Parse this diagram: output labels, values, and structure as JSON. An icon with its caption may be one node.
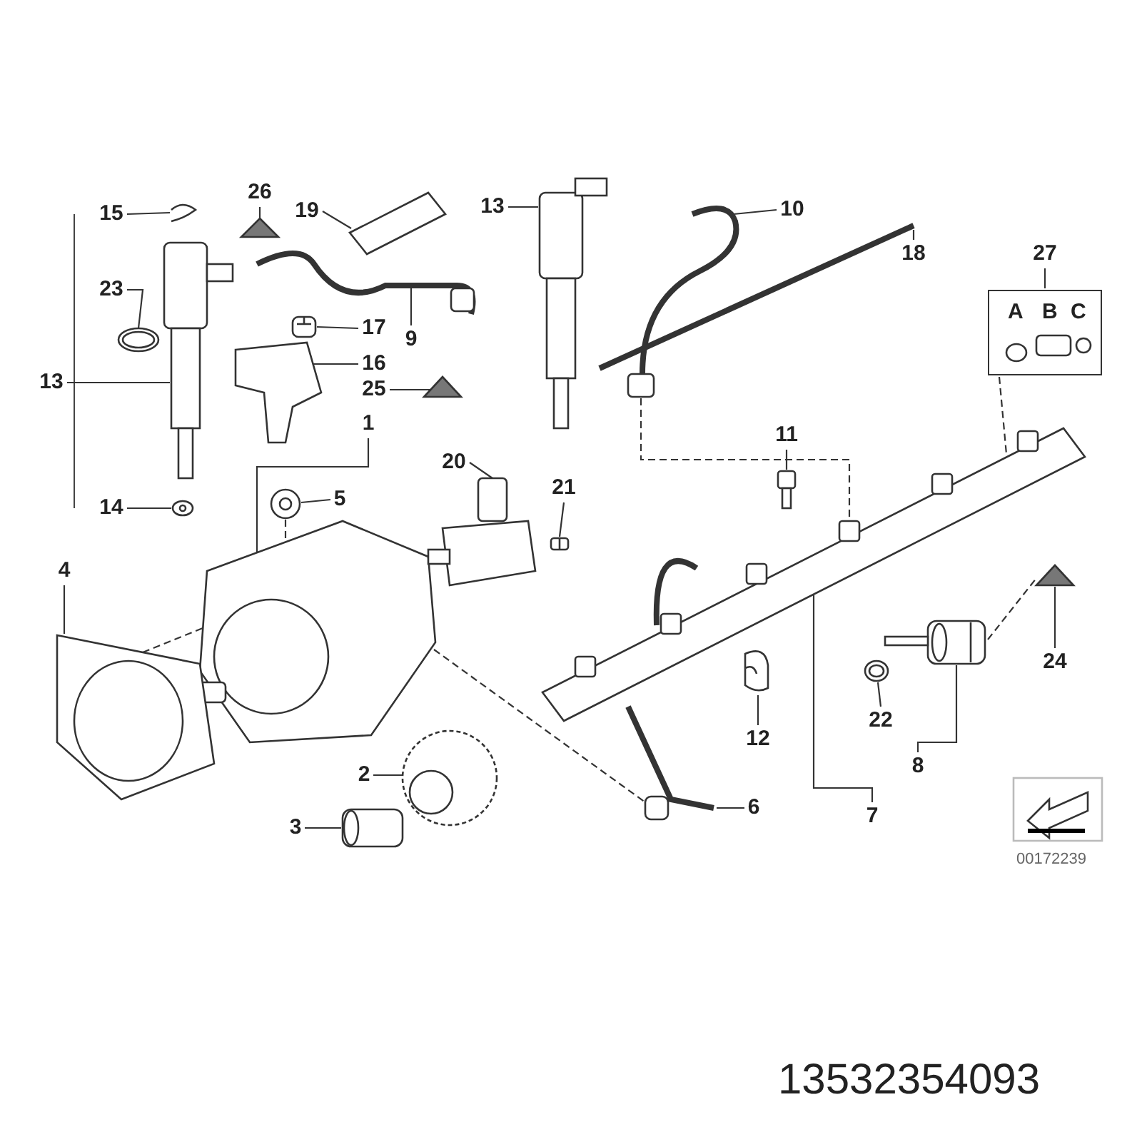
{
  "diagram": {
    "nodes": [
      {
        "text": [
          "15"
        ]
      },
      {
        "text": [
          "26"
        ]
      },
      {
        "text": [
          "19"
        ]
      },
      {
        "text": [
          "13"
        ]
      },
      {
        "text": [
          "10"
        ]
      },
      {
        "text": [
          "18"
        ]
      },
      {
        "text": [
          "23"
        ]
      },
      {
        "text": [
          "17"
        ]
      },
      {
        "text": [
          "9"
        ]
      },
      {
        "text": [
          "27"
        ]
      },
      {
        "text": [
          "13"
        ]
      },
      {
        "text": [
          "16"
        ]
      },
      {
        "text": [
          "25"
        ]
      },
      {
        "text": [
          "1"
        ]
      },
      {
        "text": [
          "11"
        ]
      },
      {
        "text": [
          "5"
        ]
      },
      {
        "text": [
          "20"
        ]
      },
      {
        "text": [
          "21"
        ]
      },
      {
        "text": [
          "14"
        ]
      },
      {
        "text": [
          "4"
        ]
      },
      {
        "text": [
          "24"
        ]
      },
      {
        "text": [
          "22"
        ]
      },
      {
        "text": [
          "12"
        ]
      },
      {
        "text": [
          "2"
        ]
      },
      {
        "text": [
          "8"
        ]
      },
      {
        "text": [
          "6"
        ]
      },
      {
        "text": [
          "3"
        ]
      },
      {
        "text": [
          "7"
        ]
      },
      {
        "text": [],
        "shape": "box"
      },
      {
        "text": [],
        "shape": "picture"
      },
      {
        "text": [],
        "shape": "picture"
      },
      {
        "text": [],
        "shape": "picture"
      },
      {
        "text": [],
        "shape": "picture"
      },
      {
        "text": [],
        "shape": "picture"
      },
      {
        "text": [],
        "shape": "picture"
      },
      {
        "text": [],
        "shape": "picture"
      },
      {
        "text": [],
        "shape": "picture"
      },
      {
        "text": [],
        "shape": "picture"
      },
      {
        "text": [],
        "shape": "picture"
      },
      {
        "text": [],
        "shape": "picture"
      },
      {
        "text": [],
        "shape": "picture"
      },
      {
        "text": [],
        "shape": "picture"
      },
      {
        "text": [],
        "shape": "picture"
      },
      {
        "text": [],
        "shape": "picture"
      },
      {
        "text": [],
        "shape": "picture"
      },
      {
        "text": [],
        "shape": "picture"
      },
      {
        "text": [],
        "shape": "picture"
      },
      {
        "text": [],
        "shape": "picture"
      },
      {
        "text": [],
        "shape": "picture"
      },
      {
        "text": [],
        "shape": "picture"
      },
      {
        "text": [],
        "shape": "picture"
      },
      {
        "text": [],
        "shape": "picture"
      },
      {
        "text": [],
        "shape": "picture"
      },
      {
        "text": [],
        "shape": "picture"
      },
      {
        "text": [],
        "shape": "picture"
      },
      {
        "text": [],
        "shape": "picture"
      }
    ],
    "edges": [
      {
        "from": 0,
        "to": 29,
        "arrow": "none"
      },
      {
        "from": 1,
        "to": 30,
        "arrow": "none"
      },
      {
        "from": 2,
        "to": 31,
        "arrow": "none"
      },
      {
        "from": 3,
        "to": 33,
        "arrow": "none"
      },
      {
        "from": 4,
        "to": 35,
        "arrow": "none"
      },
      {
        "from": 5,
        "to": 36,
        "arrow": "none"
      },
      {
        "from": 6,
        "to": 37,
        "arrow": "none"
      },
      {
        "from": 7,
        "to": 38,
        "arrow": "none"
      },
      {
        "from": 8,
        "to": 34,
        "arrow": "none"
      },
      {
        "from": 9,
        "to": 28,
        "arrow": "none"
      },
      {
        "from": 10,
        "to": 32,
        "arrow": "none"
      },
      {
        "from": 11,
        "to": 39,
        "arrow": "none"
      },
      {
        "from": 12,
        "to": 40,
        "arrow": "none"
      },
      {
        "from": 13,
        "to": 41,
        "arrow": "none"
      },
      {
        "from": 14,
        "to": 51,
        "arrow": "none"
      },
      {
        "from": 15,
        "to": 42,
        "arrow": "none"
      },
      {
        "from": 16,
        "to": 43,
        "arrow": "none"
      },
      {
        "from": 17,
        "to": 44,
        "arrow": "none"
      },
      {
        "from": 18,
        "to": 45,
        "arrow": "none"
      },
      {
        "from": 19,
        "to": 46,
        "arrow": "none"
      },
      {
        "from": 20,
        "to": 47,
        "arrow": "none"
      },
      {
        "from": 21,
        "to": 48,
        "arrow": "none"
      },
      {
        "from": 22,
        "to": 50,
        "arrow": "none"
      },
      {
        "from": 23,
        "to": 52,
        "arrow": "none"
      },
      {
        "from": 24,
        "to": 49,
        "arrow": "none"
      },
      {
        "from": 25,
        "to": 54,
        "arrow": "none"
      },
      {
        "from": 26,
        "to": 53,
        "arrow": "none"
      },
      {
        "from": 27,
        "to": 55,
        "arrow": "none"
      },
      {
        "from": 46,
        "to": 41,
        "arrow": "none",
        "style": "dashed"
      },
      {
        "from": 42,
        "to": 41,
        "arrow": "none",
        "style": "dashed"
      },
      {
        "from": 41,
        "to": 54,
        "arrow": "none",
        "style": "dashed"
      },
      {
        "from": 35,
        "to": 55,
        "arrow": "none",
        "style": "dashed"
      },
      {
        "from": 28,
        "to": 55,
        "arrow": "none",
        "style": "dashed"
      },
      {
        "from": 49,
        "to": 47,
        "arrow": "none",
        "style": "dashed"
      }
    ],
    "labels": [
      "A",
      "B",
      "C",
      "00172239",
      "13532354093"
    ]
  }
}
